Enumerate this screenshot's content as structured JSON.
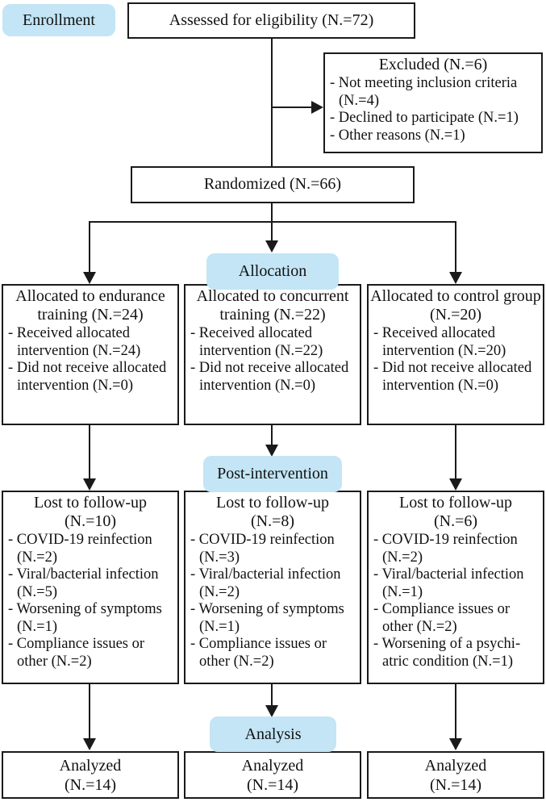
{
  "stage_labels": {
    "enrollment": "Enrollment",
    "allocation": "Allocation",
    "post_intervention": "Post-intervention",
    "analysis": "Analysis"
  },
  "enrollment": {
    "assessed": {
      "title": "Assessed for eligibility (N.=72)"
    },
    "excluded": {
      "title": "Excluded (N.=6)",
      "items": [
        "- Not meeting inclusion criteria (N.=4)",
        "- Declined to participate (N.=1)",
        "- Other reasons (N.=1)"
      ]
    },
    "randomized": {
      "title": "Randomized (N.=66)"
    }
  },
  "allocation_boxes": [
    {
      "title": "Allocated to endurance training (N.=24)",
      "items": [
        "- Received allocated intervention (N.=24)",
        "- Did not receive allocated intervention (N.=0)"
      ]
    },
    {
      "title": "Allocated to concurrent training (N.=22)",
      "items": [
        "- Received allocated intervention (N.=22)",
        "- Did not receive allocated intervention (N.=0)"
      ]
    },
    {
      "title": "Allocated to control group (N.=20)",
      "items": [
        "- Received allocated intervention (N.=20)",
        "- Did not receive allocated intervention (N.=0)"
      ]
    }
  ],
  "followup_boxes": [
    {
      "title": "Lost to follow-up",
      "subtitle": "(N.=10)",
      "items": [
        "- COVID-19 reinfection (N.=2)",
        "- Viral/bacterial infection (N.=5)",
        "- Worsening of symptoms (N.=1)",
        "- Compliance issues or other (N.=2)"
      ]
    },
    {
      "title": "Lost to follow-up",
      "subtitle": "(N.=8)",
      "items": [
        "- COVID-19 reinfection (N.=3)",
        "- Viral/bacterial infection (N.=2)",
        "- Worsening of symptoms (N.=1)",
        "- Compliance issues or other (N.=2)"
      ]
    },
    {
      "title": "Lost to follow-up",
      "subtitle": "(N.=6)",
      "items": [
        "- COVID-19 reinfection (N.=2)",
        "- Viral/bacterial infection (N.=1)",
        "- Compliance issues or other (N.=2)",
        "- Worsening of a psychi-atric condition (N.=1)"
      ]
    }
  ],
  "analyzed_boxes": [
    {
      "title": "Analyzed",
      "subtitle": "(N.=14)"
    },
    {
      "title": "Analyzed",
      "subtitle": "(N.=14)"
    },
    {
      "title": "Analyzed",
      "subtitle": "(N.=14)"
    }
  ],
  "colors": {
    "stage_label_bg": "#c3e5f5",
    "box_border": "#1a1a1a"
  }
}
